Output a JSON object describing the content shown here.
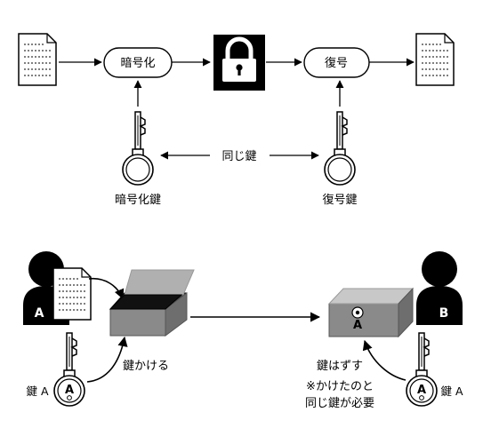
{
  "top": {
    "encrypt_label": "暗号化",
    "decrypt_label": "復号",
    "same_key_label": "同じ鍵",
    "encrypt_key_label": "暗号化鍵",
    "decrypt_key_label": "復号鍵"
  },
  "bottom": {
    "person_a_label": "A",
    "person_b_label": "B",
    "lock_label": "鍵かける",
    "unlock_line1": "鍵はずす",
    "unlock_line2": "※かけたのと",
    "unlock_line3": "同じ鍵が必要",
    "key_a_label": "鍵 A",
    "key_a_letter": "A",
    "box_letter": "A"
  },
  "colors": {
    "stroke": "#000000",
    "box_front": "#8a8a8a",
    "box_top": "#c8c8c8",
    "box_side": "#6e6e6e",
    "lid": "#b0b0b0"
  }
}
